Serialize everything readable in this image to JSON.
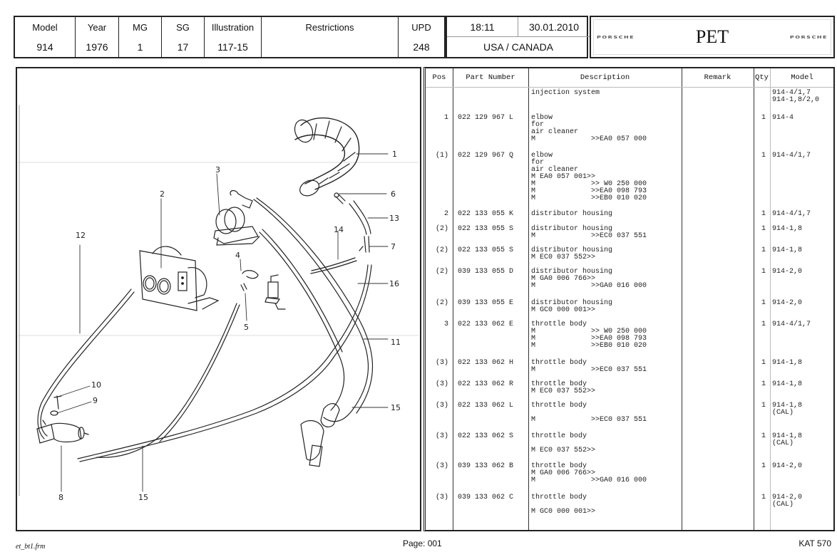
{
  "header": {
    "fields": [
      {
        "label": "Model",
        "value": "914"
      },
      {
        "label": "Year",
        "value": "1976"
      },
      {
        "label": "MG",
        "value": "1"
      },
      {
        "label": "SG",
        "value": "17"
      },
      {
        "label": "Illustration",
        "value": "117-15"
      },
      {
        "label": "Restrictions",
        "value": ""
      },
      {
        "label": "UPD",
        "value": "248"
      }
    ],
    "time": "18:11",
    "date": "30.01.2010",
    "region": "USA / CANADA",
    "brand_left": "PORSCHE",
    "app_title": "PET",
    "brand_right": "PORSCHE"
  },
  "illustration": {
    "callouts": [
      "1",
      "2",
      "3",
      "4",
      "5",
      "6",
      "7",
      "8",
      "9",
      "10",
      "11",
      "12",
      "13",
      "14",
      "15",
      "15",
      "16"
    ]
  },
  "table": {
    "columns": {
      "pos": "Pos",
      "part_number": "Part Number",
      "description": "Description",
      "remark": "Remark",
      "qty": "Qty",
      "model": "Model"
    },
    "rows": [
      {
        "pos": "",
        "part_number": "",
        "description": "injection system",
        "remark": "",
        "qty": "",
        "model": "914-4/1,7\n914-1,8/2,0"
      },
      {
        "pos": "1",
        "part_number": "022 129 967 L",
        "description": "elbow\nfor\nair cleaner\nM             >>EA0 057 000",
        "remark": "",
        "qty": "1",
        "model": "914-4"
      },
      {
        "pos": "(1)",
        "part_number": "022 129 967 Q",
        "description": "elbow\nfor\nair cleaner\nM EA0 057 001>>\nM             >> W0 250 000\nM             >>EA0 098 793\nM             >>EB0 010 020",
        "remark": "",
        "qty": "1",
        "model": "914-4/1,7"
      },
      {
        "pos": "2",
        "part_number": "022 133 055 K",
        "description": "distributor housing",
        "remark": "",
        "qty": "1",
        "model": "914-4/1,7"
      },
      {
        "pos": "(2)",
        "part_number": "022 133 055 S",
        "description": "distributor housing\nM             >>EC0 037 551",
        "remark": "",
        "qty": "1",
        "model": "914-1,8"
      },
      {
        "pos": "(2)",
        "part_number": "022 133 055 S",
        "description": "distributor housing\nM EC0 037 552>>",
        "remark": "",
        "qty": "1",
        "model": "914-1,8"
      },
      {
        "pos": "(2)",
        "part_number": "039 133 055 D",
        "description": "distributor housing\nM GA0 006 766>>\nM             >>GA0 016 000",
        "remark": "",
        "qty": "1",
        "model": "914-2,0"
      },
      {
        "pos": "(2)",
        "part_number": "039 133 055 E",
        "description": "distributor housing\nM GC0 000 001>>",
        "remark": "",
        "qty": "1",
        "model": "914-2,0"
      },
      {
        "pos": "3",
        "part_number": "022 133 062 E",
        "description": "throttle body\nM             >> W0 250 000\nM             >>EA0 098 793\nM             >>EB0 010 020",
        "remark": "",
        "qty": "1",
        "model": "914-4/1,7"
      },
      {
        "pos": "(3)",
        "part_number": "022 133 062 H",
        "description": "throttle body\nM             >>EC0 037 551",
        "remark": "",
        "qty": "1",
        "model": "914-1,8"
      },
      {
        "pos": "(3)",
        "part_number": "022 133 062 R",
        "description": "throttle body\nM EC0 037 552>>",
        "remark": "",
        "qty": "1",
        "model": "914-1,8"
      },
      {
        "pos": "(3)",
        "part_number": "022 133 062 L",
        "description": "throttle body\n\nM             >>EC0 037 551",
        "remark": "",
        "qty": "1",
        "model": "914-1,8\n(CAL)"
      },
      {
        "pos": "(3)",
        "part_number": "022 133 062 S",
        "description": "throttle body\n\nM EC0 037 552>>",
        "remark": "",
        "qty": "1",
        "model": "914-1,8\n(CAL)"
      },
      {
        "pos": "(3)",
        "part_number": "039 133 062 B",
        "description": "throttle body\nM GA0 006 766>>\nM             >>GA0 016 000",
        "remark": "",
        "qty": "1",
        "model": "914-2,0"
      },
      {
        "pos": "(3)",
        "part_number": "039 133 062 C",
        "description": "throttle body\n\nM GC0 000 001>>",
        "remark": "",
        "qty": "1",
        "model": "914-2,0\n(CAL)"
      }
    ]
  },
  "footer": {
    "template_name": "et_bt1.frm",
    "page": "Page: 001",
    "catalog": "KAT 570"
  }
}
